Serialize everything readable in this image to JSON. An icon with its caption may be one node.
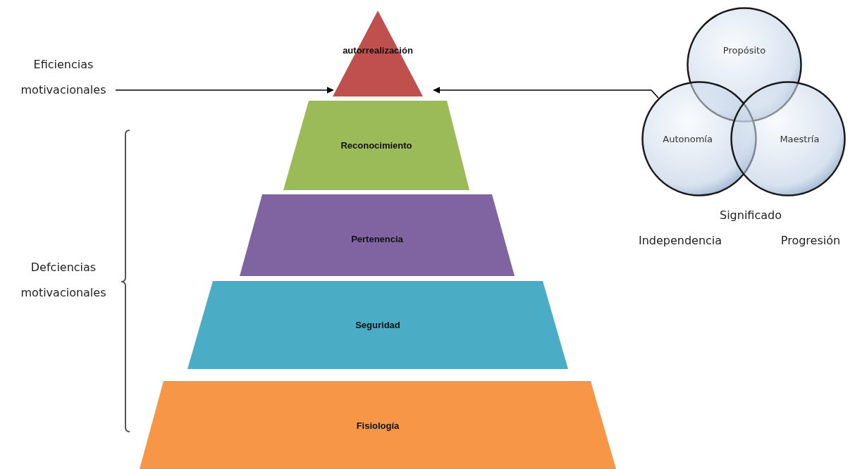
{
  "diagram": {
    "nodes": [
      {
        "text": [
          "Eficiencias motivacionales"
        ]
      },
      {
        "text": [
          "autorrealización"
        ]
      },
      {
        "text": [
          "Reconocimiento"
        ]
      },
      {
        "text": [
          "Pertenencia"
        ]
      },
      {
        "text": [
          "Seguridad"
        ]
      },
      {
        "text": [
          "Fisiología"
        ]
      },
      {
        "text": [
          "Propósito"
        ]
      },
      {
        "text": [
          "Autonomía"
        ]
      },
      {
        "text": [
          "Maestría"
        ]
      }
    ],
    "edges": [
      {
        "from": 0,
        "to": 1,
        "arrow": "to"
      },
      {
        "from": 7,
        "to": 1,
        "arrow": "to"
      }
    ],
    "labels": [
      "Defciencias motivacionales",
      "Significado",
      "Independencia",
      "Progresión"
    ]
  }
}
